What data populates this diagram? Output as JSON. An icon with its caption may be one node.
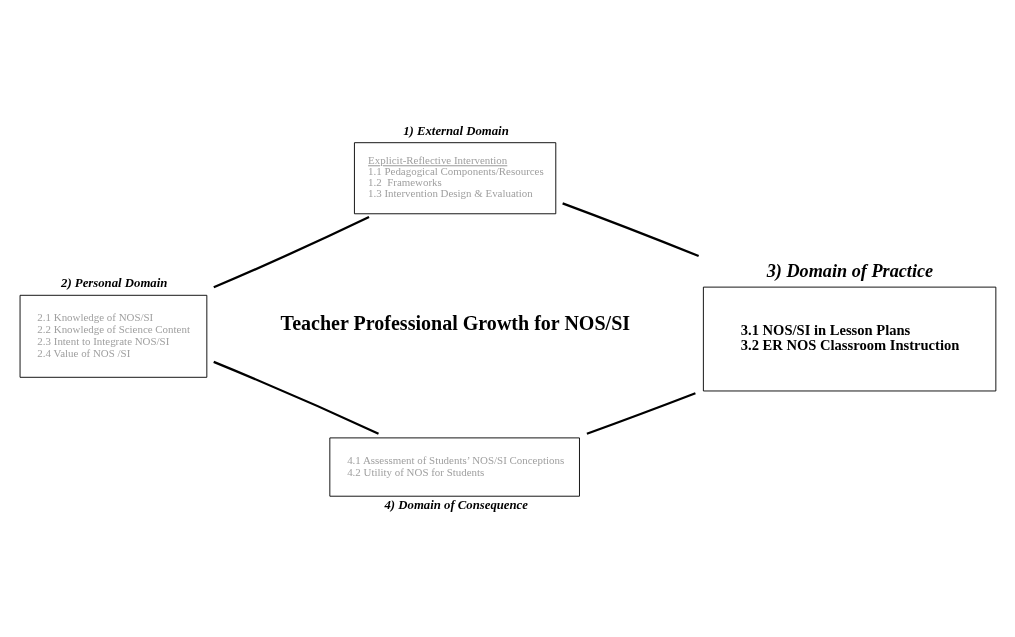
{
  "diagram": {
    "nodes": [
      {
        "text": [
          "1) External Domain",
          "Explicit-Reflective Intervention",
          "1.1 Pedagogical Components/Resources",
          "1.2  Frameworks",
          "1.3 Intervention Design & Evaluation"
        ]
      },
      {
        "text": [
          "2) Personal Domain",
          "2.1 Knowledge of NOS/SI",
          "2.2 Knowledge of Science Content",
          "2.3 Intent to Integrate NOS/SI",
          "2.4 Value of NOS /SI"
        ]
      },
      {
        "text": [
          "3) Domain of Practice",
          "3.1 NOS/SI in Lesson Plans",
          "3.2 ER NOS Classroom Instruction"
        ]
      },
      {
        "text": [
          "4.1 Assessment of Students’ NOS/SI Conceptions",
          "4.2 Utility of NOS for Students",
          "4) Domain of Consequence"
        ]
      }
    ],
    "edges": [
      {
        "from": 0,
        "to": 2,
        "arrow": "none"
      },
      {
        "from": 2,
        "to": 3,
        "arrow": "none"
      },
      {
        "from": 3,
        "to": 1,
        "arrow": "none"
      },
      {
        "from": 1,
        "to": 0,
        "arrow": "none"
      }
    ],
    "labels": [
      "Teacher Professional Growth for NOS/SI"
    ]
  }
}
